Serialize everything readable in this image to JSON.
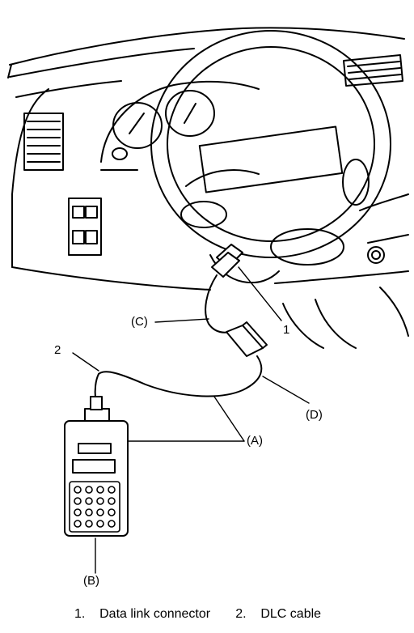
{
  "callouts": {
    "one": "1",
    "two": "2",
    "a": "(A)",
    "b": "(B)",
    "c": "(C)",
    "d": "(D)"
  },
  "legend": {
    "item1_num": "1.",
    "item1_text": "Data link connector",
    "item2_num": "2.",
    "item2_text": "DLC cable"
  }
}
